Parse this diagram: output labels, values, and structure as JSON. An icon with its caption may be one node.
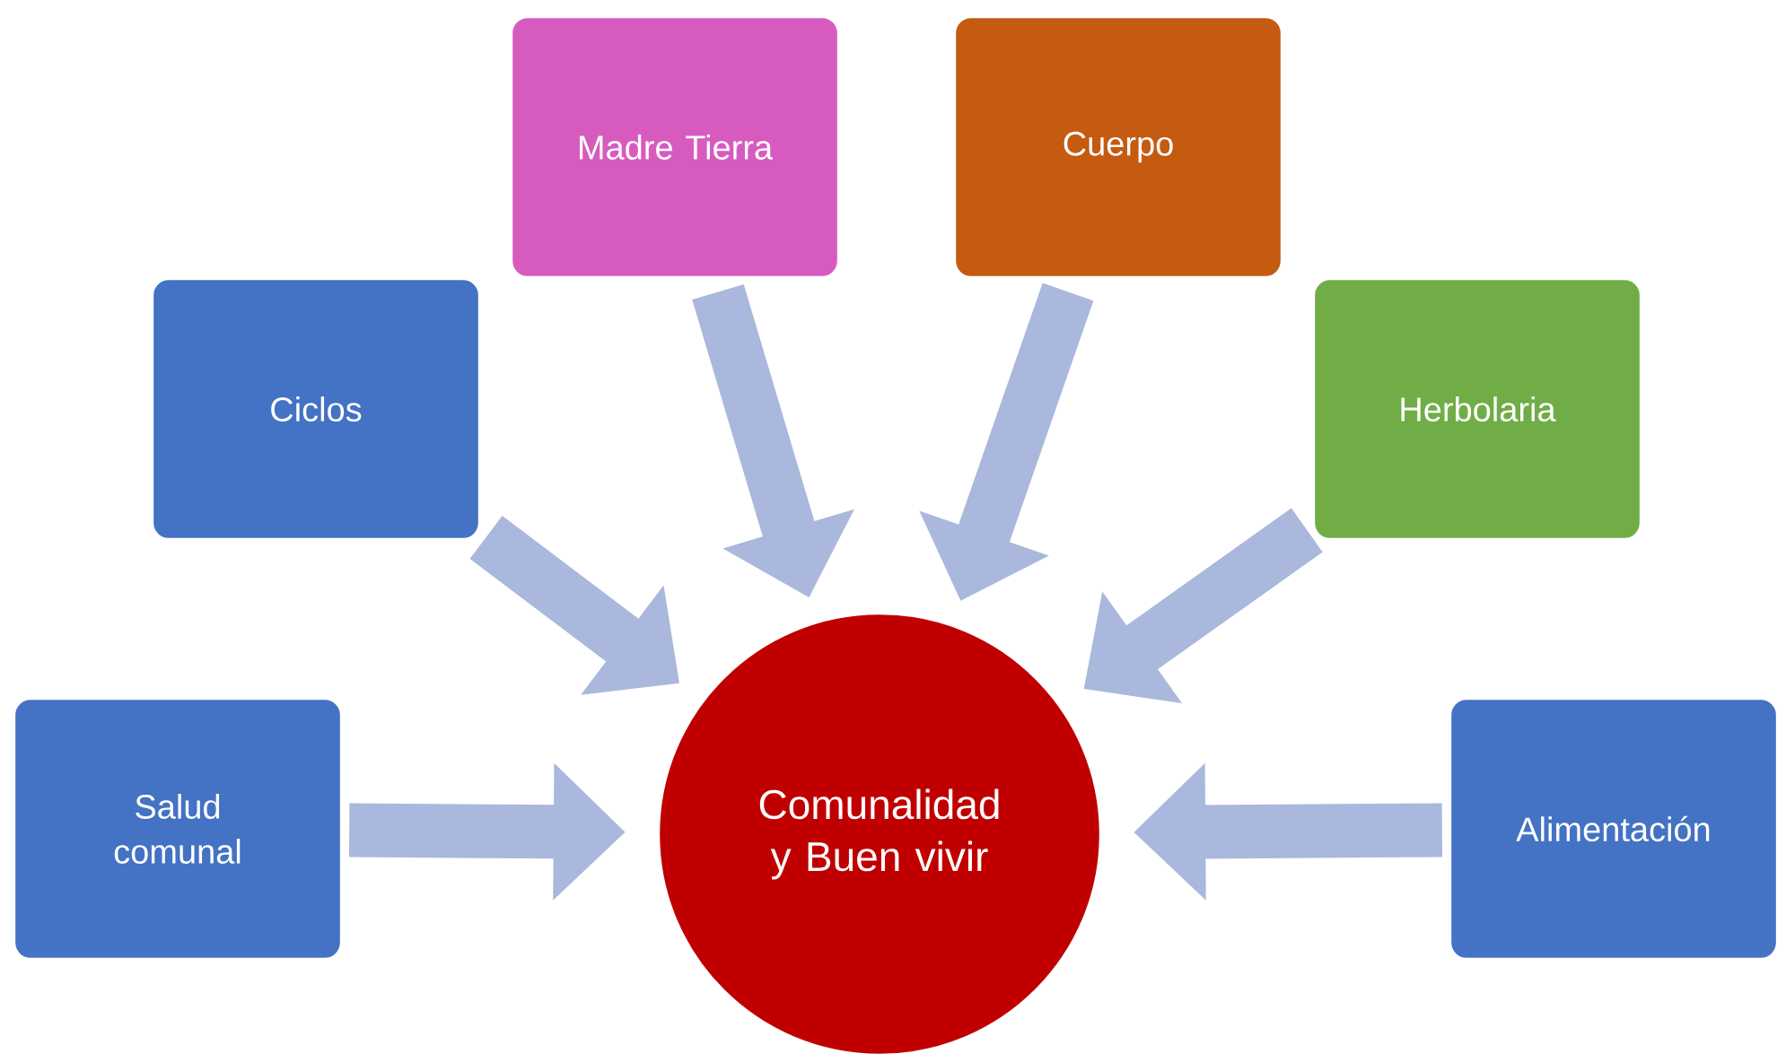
{
  "diagram": {
    "nodes": [
      {
        "text": [
          "Madre Tierra"
        ]
      },
      {
        "text": [
          "Cuerpo"
        ]
      },
      {
        "text": [
          "Ciclos"
        ]
      },
      {
        "text": [
          "Herbolaria"
        ]
      },
      {
        "text": [
          "Salud comunal"
        ]
      },
      {
        "text": [
          "Comunalidad y Buen vivir"
        ]
      },
      {
        "text": [
          "Alimentación"
        ]
      }
    ],
    "edges": [
      {
        "from": 0,
        "to": 5,
        "arrow": "to"
      },
      {
        "from": 1,
        "to": 5,
        "arrow": "to"
      },
      {
        "from": 2,
        "to": 5,
        "arrow": "to"
      },
      {
        "from": 3,
        "to": 5,
        "arrow": "to"
      },
      {
        "from": 4,
        "to": 5,
        "arrow": "to"
      },
      {
        "from": 6,
        "to": 5,
        "arrow": "to"
      }
    ]
  }
}
